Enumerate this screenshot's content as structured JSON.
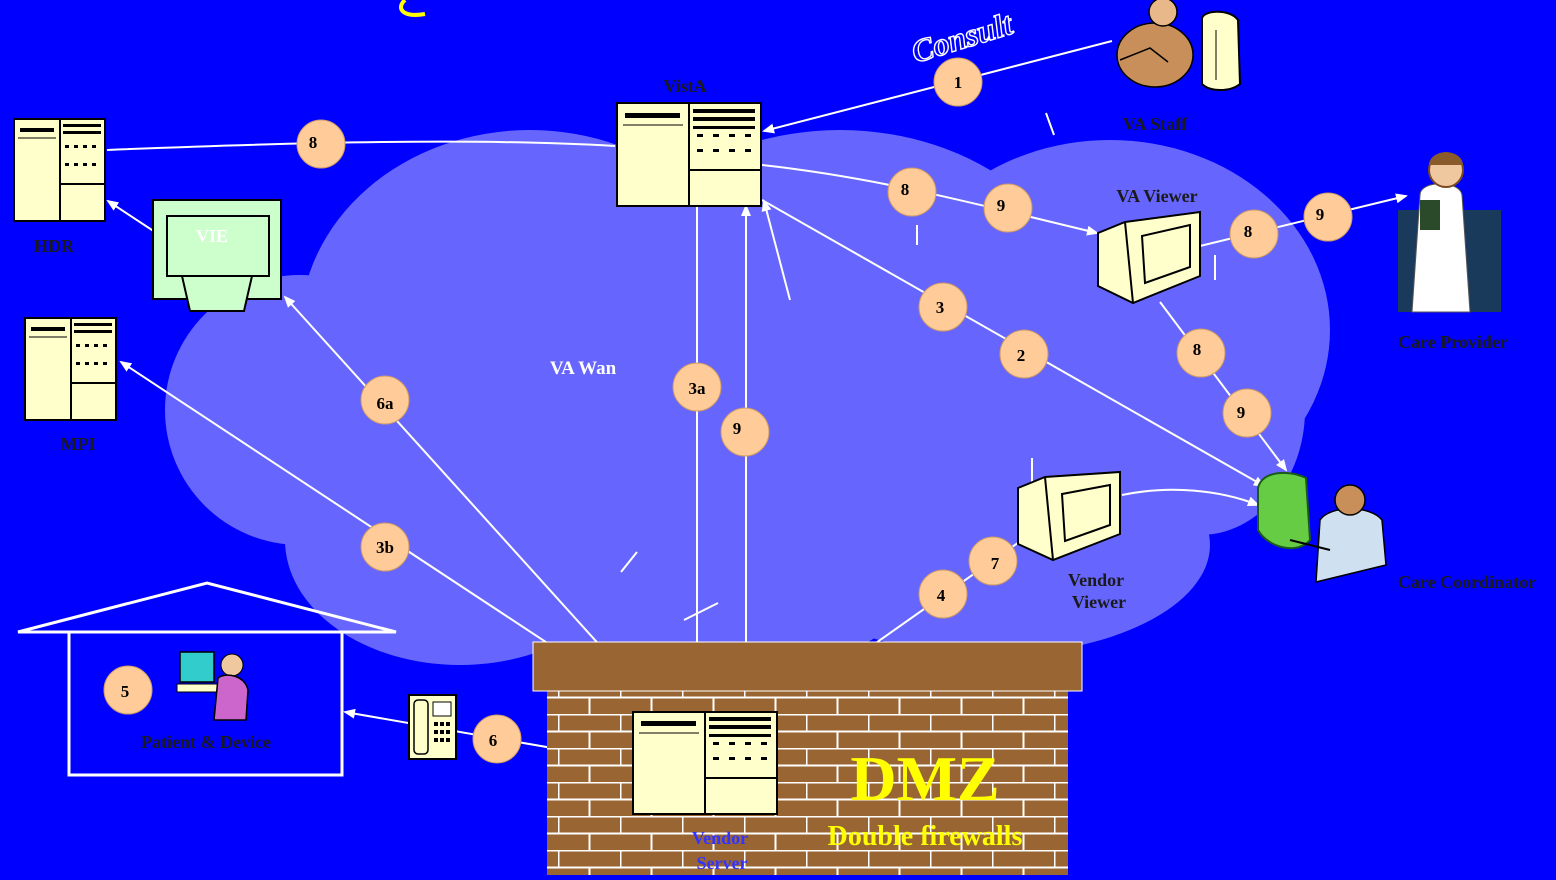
{
  "labels": {
    "vista": "VistA",
    "va_staff": "VA Staff",
    "va_viewer": "VA Viewer",
    "care_provider": "Care Provider",
    "care_coordinator": "Care Coordinator",
    "hdr": "HDR",
    "vie": "VIE",
    "mpi": "MPI",
    "va_wan": "VA  Wan",
    "vendor_viewer_line1": "Vendor",
    "vendor_viewer_line2": "Viewer",
    "patient_device": "Patient & Device",
    "vendor_server_line1": "Vendor",
    "vendor_server_line2": "Server",
    "dmz": "DMZ",
    "double_firewalls": "Double firewalls",
    "consult": "Consult"
  },
  "steps": {
    "s1": "1",
    "s8_hdr": "8",
    "s8_vista": "8",
    "s9_vista": "9",
    "s8_viewer": "8",
    "s9_viewer": "9",
    "s3": "3",
    "s2": "2",
    "s8_down": "8",
    "s9_down": "9",
    "s3a": "3a",
    "s9_mid": "9",
    "s6a": "6a",
    "s3b": "3b",
    "s7": "7",
    "s4": "4",
    "s5": "5",
    "s6": "6"
  },
  "colors": {
    "background": "#0000ff",
    "cloud": "#6666ff",
    "step_bubble": "#ffcc99",
    "brick": "#996633",
    "dmz_text": "#ffff00",
    "server_face": "#ffffcc"
  }
}
